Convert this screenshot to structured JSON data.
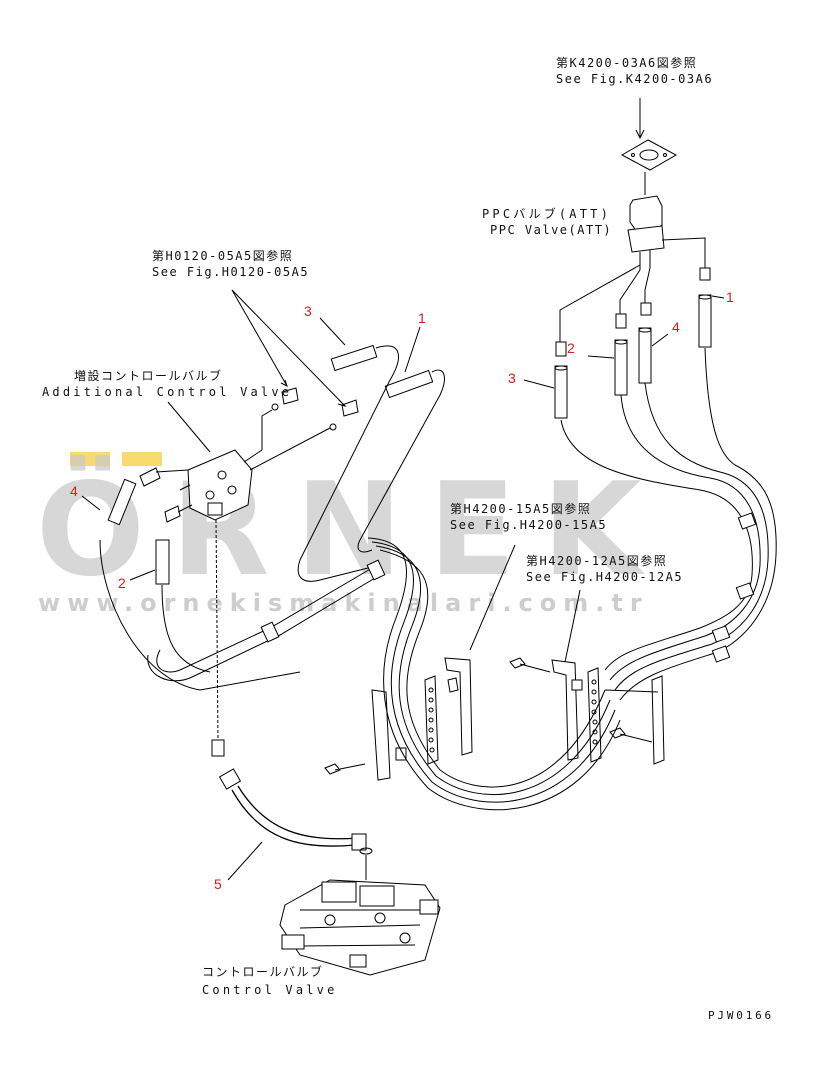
{
  "watermark": {
    "brand": "ÖRNEK",
    "url": "www.ornekismakinalari.com.tr",
    "accent": "#f5cf3d"
  },
  "refs": {
    "k4200_jp": "第K4200-03A6図参照",
    "k4200_en": "See Fig.K4200-03A6",
    "ppc_jp": "PPCバルブ(ATT)",
    "ppc_en": "PPC Valve(ATT)",
    "h0120_jp": "第H0120-05A5図参照",
    "h0120_en": "See Fig.H0120-05A5",
    "acv_jp": "増設コントロールバルブ",
    "acv_en": "Additional Control Valve",
    "h4200_15_jp": "第H4200-15A5図参照",
    "h4200_15_en": "See Fig.H4200-15A5",
    "h4200_12_jp": "第H4200-12A5図参照",
    "h4200_12_en": "See Fig.H4200-12A5",
    "cv_jp": "コントロールバルブ",
    "cv_en": "Control Valve"
  },
  "callouts": {
    "c1_top": "1",
    "c1_right": "1",
    "c2_left": "2",
    "c2_right": "2",
    "c3_top": "3",
    "c3_right": "3",
    "c4_left": "4",
    "c4_right": "4",
    "c5": "5"
  },
  "drawing_code": "PJW0166"
}
